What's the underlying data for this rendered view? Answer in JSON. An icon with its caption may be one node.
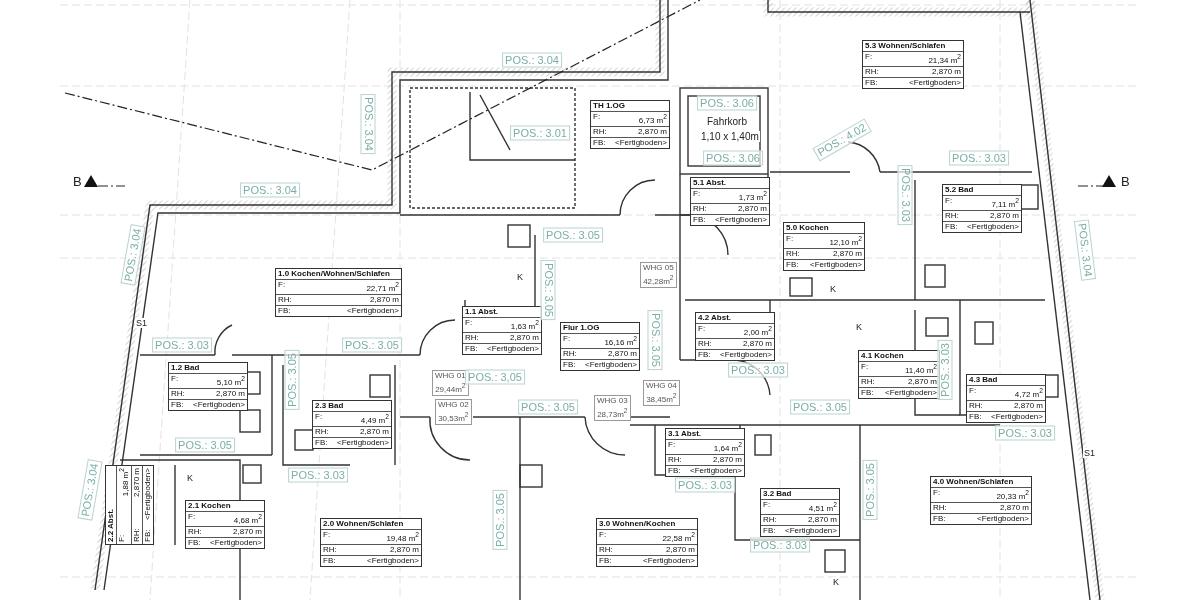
{
  "diagram": {
    "nodes": [
      {
        "text": [
          "5.3 Wohnen/Schlafen",
          "F:",
          "21,34 m$^{2}$",
          "RH:",
          "2,870 m",
          "FB:",
          "<Fertigboden>"
        ]
      },
      {
        "text": [
          "TH 1.OG",
          "F:",
          "6,73 m$^{2}$",
          "RH:",
          "2,870 m",
          "FB:",
          "<Fertigboden>"
        ]
      },
      {
        "text": [
          "5.1 Abst.",
          "F:",
          "1,73 m$^{2}$",
          "RH:",
          "2,870 m",
          "FB:",
          "<Fertigboden>"
        ]
      },
      {
        "text": [
          "5.2 Bad",
          "F:",
          "7,11 m$^{2}$",
          "RH:",
          "2,870 m",
          "FB:",
          "<Fertigboden>"
        ]
      },
      {
        "text": [
          "5.0 Kochen",
          "F:",
          "12,10 m$^{2}$",
          "RH:",
          "2,870 m",
          "FB:",
          "<Fertigboden>"
        ]
      },
      {
        "text": [
          "1.0 Kochen/Wohnen/Schlafen",
          "F:",
          "22,71 m$^{2}$",
          "RH:",
          "2,870 m",
          "FB:",
          "<Fertigboden>"
        ]
      },
      {
        "text": [
          "1.1 Abst.",
          "F:",
          "1,63 m$^{2}$",
          "RH:",
          "2,870 m",
          "FB:",
          "<Fertigboden>"
        ]
      },
      {
        "text": [
          "Flur 1.OG",
          "F:",
          "16,16 m$^{2}$",
          "RH:",
          "2,870 m",
          "FB:",
          "<Fertigboden>"
        ]
      },
      {
        "text": [
          "4.2 Abst.",
          "F:",
          "2,00 m$^{2}$",
          "RH:",
          "2,870 m",
          "FB:",
          "<Fertigboden>"
        ]
      },
      {
        "text": [
          "4.1 Kochen",
          "F:",
          "11,40 m$^{2}$",
          "RH:",
          "2,870 m",
          "FB:",
          "<Fertigboden>"
        ]
      },
      {
        "text": [
          "1.2 Bad",
          "F:",
          "5,10 m$^{2}$",
          "RH:",
          "2,870 m",
          "FB:",
          "<Fertigboden>"
        ]
      },
      {
        "text": [
          "4.3 Bad",
          "F:",
          "4,72 m$^{2}$",
          "RH:",
          "2,870 m",
          "FB:",
          "<Fertigboden>"
        ]
      },
      {
        "text": [
          "2.3 Bad",
          "F:",
          "4,49 m$^{2}$",
          "RH:",
          "2,870 m",
          "FB:",
          "<Fertigboden>"
        ]
      },
      {
        "text": [
          "3.1 Abst.",
          "F:",
          "1,64 m$^{2}$",
          "RH:",
          "2,870 m",
          "FB:",
          "<Fertigboden>"
        ]
      },
      {
        "text": [
          "2.2 Abst.",
          "F:",
          "1,88 m$^{2}$",
          "RH:",
          "2,870 m",
          "FB:",
          "<Fertigboden>"
        ]
      },
      {
        "text": [
          "4.0 Wohnen/Schlafen",
          "F:",
          "20,33 m$^{2}$",
          "RH:",
          "2,870 m",
          "FB:",
          "<Fertigboden>"
        ]
      },
      {
        "text": [
          "3.2 Bad",
          "F:",
          "4,51 m$^{2}$",
          "RH:",
          "2,870 m",
          "FB:",
          "<Fertigboden>"
        ]
      },
      {
        "text": [
          "2.1 Kochen",
          "F:",
          "4,68 m$^{2}$",
          "RH:",
          "2,870 m",
          "FB:",
          "<Fertigboden>"
        ]
      },
      {
        "text": [
          "2.0 Wohnen/Schlafen",
          "F:",
          "19,48 m$^{2}$",
          "RH:",
          "2,870 m",
          "FB:",
          "<Fertigboden>"
        ]
      },
      {
        "text": [
          "3.0 Wohnen/Kochen",
          "F:",
          "22,58 m$^{2}$",
          "RH:",
          "2,870 m",
          "FB:",
          "<Fertigboden>"
        ]
      },
      {
        "text": [
          "WHG 05",
          "42,28m$^{2}$"
        ]
      },
      {
        "text": [
          "WHG 01",
          "29,44m$^{2}$"
        ]
      },
      {
        "text": [
          "WHG 04",
          "38,45m$^{2}$"
        ]
      },
      {
        "text": [
          "WHG 02",
          "30,53m$^{2}$"
        ]
      },
      {
        "text": [
          "WHG 03",
          "28,73m$^{2}$"
        ]
      },
      {
        "text": [
          "POS.: 3.04"
        ]
      },
      {
        "text": [
          "POS.: 3.04"
        ]
      },
      {
        "text": [
          "POS.: 3.06"
        ]
      },
      {
        "text": [
          "POS.: 3.01"
        ]
      },
      {
        "text": [
          "POS.: 4.02"
        ]
      },
      {
        "text": [
          "POS.: 3.06"
        ]
      },
      {
        "text": [
          "POS.: 3.03"
        ]
      },
      {
        "text": [
          "POS.: 3.04"
        ]
      },
      {
        "text": [
          "POS.: 3.03"
        ]
      },
      {
        "text": [
          "POS.: 3.04"
        ]
      },
      {
        "text": [
          "POS.: 3.05"
        ]
      },
      {
        "text": [
          "POS.: 3.04"
        ]
      },
      {
        "text": [
          "POS.: 3.05"
        ]
      },
      {
        "text": [
          "POS.: 3.05"
        ]
      },
      {
        "text": [
          "POS.: 3.03"
        ]
      },
      {
        "text": [
          "POS.: 3.05"
        ]
      },
      {
        "text": [
          "POS.: 3.05"
        ]
      },
      {
        "text": [
          "POS.: 3,05"
        ]
      },
      {
        "text": [
          "POS.: 3.03"
        ]
      },
      {
        "text": [
          "POS.: 3.03"
        ]
      },
      {
        "text": [
          "POS.: 3.05"
        ]
      },
      {
        "text": [
          "POS.: 3.05"
        ]
      },
      {
        "text": [
          "POS.: 3.05"
        ]
      },
      {
        "text": [
          "POS.: 3.03"
        ]
      },
      {
        "text": [
          "POS.: 3.03"
        ]
      },
      {
        "text": [
          "POS.: 3.03"
        ]
      },
      {
        "text": [
          "POS.: 3.04"
        ]
      },
      {
        "text": [
          "POS.: 3.05"
        ]
      },
      {
        "text": [
          "POS.: 3.05"
        ]
      },
      {
        "text": [
          "POS.: 3.03"
        ]
      }
    ],
    "labels": [
      "B",
      "B",
      "Fahrkorb",
      "1,10 x 1,40m",
      "K",
      "K",
      "S1",
      "K",
      "K",
      "S1",
      "K"
    ]
  }
}
